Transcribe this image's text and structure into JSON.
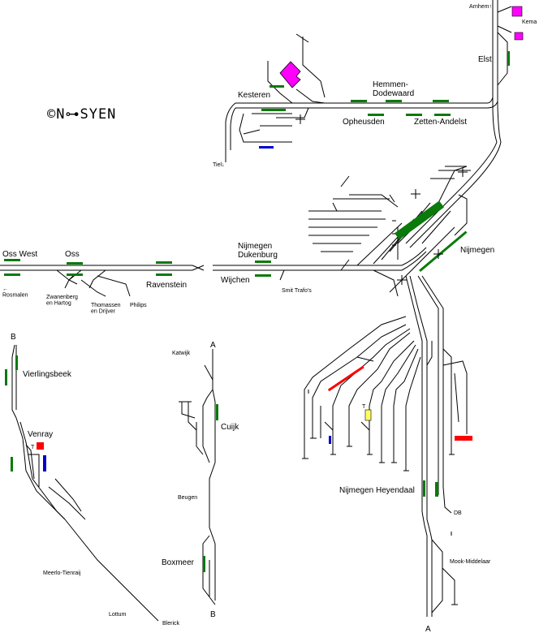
{
  "logo": "©N⊶SYEN",
  "colors": {
    "track": "#000000",
    "platform": "#0a7a0a",
    "signal_red": "#ff0000",
    "signal_blue": "#0000cc",
    "industry": "#ff00ff",
    "yellow": "#ffff66"
  },
  "stations": {
    "arnhem": "Arnhem↑",
    "kema": "Kema",
    "elst": "Elst",
    "kesteren": "Kesteren",
    "hemmen": "Hemmen-\nDodewaard",
    "opheusden": "Opheusden",
    "zetten": "Zetten-Andelst",
    "tiel": "Tiel↓",
    "nijmegen": "Nijmegen",
    "oss_west": "Oss West",
    "oss": "Oss",
    "rosmalen": "←\nRosmalen",
    "zwanenberg": "Zwanenberg\nen Hartog",
    "thomassen": "Thomassen\nen Drijver",
    "philips": "Philips",
    "ravenstein": "Ravenstein",
    "dukenburg": "Nijmegen\nDukenburg",
    "wijchen": "Wijchen",
    "smit": "Smit Trafo's",
    "vierlingsbeek": "Vierlingsbeek",
    "venray": "Venray",
    "meerlo": "Meerlo-Tienraij",
    "lottum": "Lottum",
    "blerick": "Blerick",
    "katwijk": "Katwijk",
    "cuijk": "Cuijk",
    "beugen": "Beugen",
    "boxmeer": "Boxmeer",
    "heyendaal": "Nijmegen Heyendaal",
    "db": "DB",
    "mook": "Mook-Middelaar",
    "letter_a": "A",
    "letter_b": "B",
    "letter_t": "T"
  }
}
